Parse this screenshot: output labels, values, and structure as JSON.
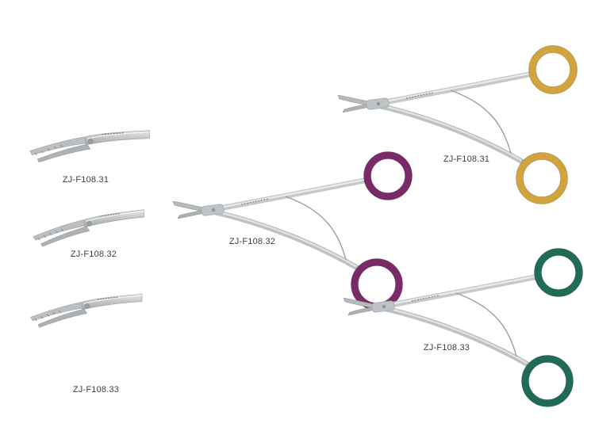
{
  "page": {
    "background": "#ffffff",
    "description_tags": {
      "metal_color": "#c3c6c8"
    }
  },
  "catalog": {
    "tip_views": [
      {
        "label": "ZJ-F108.31"
      },
      {
        "label": "ZJ-F108.32"
      },
      {
        "label": "ZJ-F108.33"
      }
    ],
    "instruments": [
      {
        "label": "ZJ-F108.31",
        "ring_color": "#d2a43e"
      },
      {
        "label": "ZJ-F108.32",
        "ring_color": "#7b2a68"
      },
      {
        "label": "ZJ-F108.33",
        "ring_color": "#1f6b58"
      }
    ]
  }
}
